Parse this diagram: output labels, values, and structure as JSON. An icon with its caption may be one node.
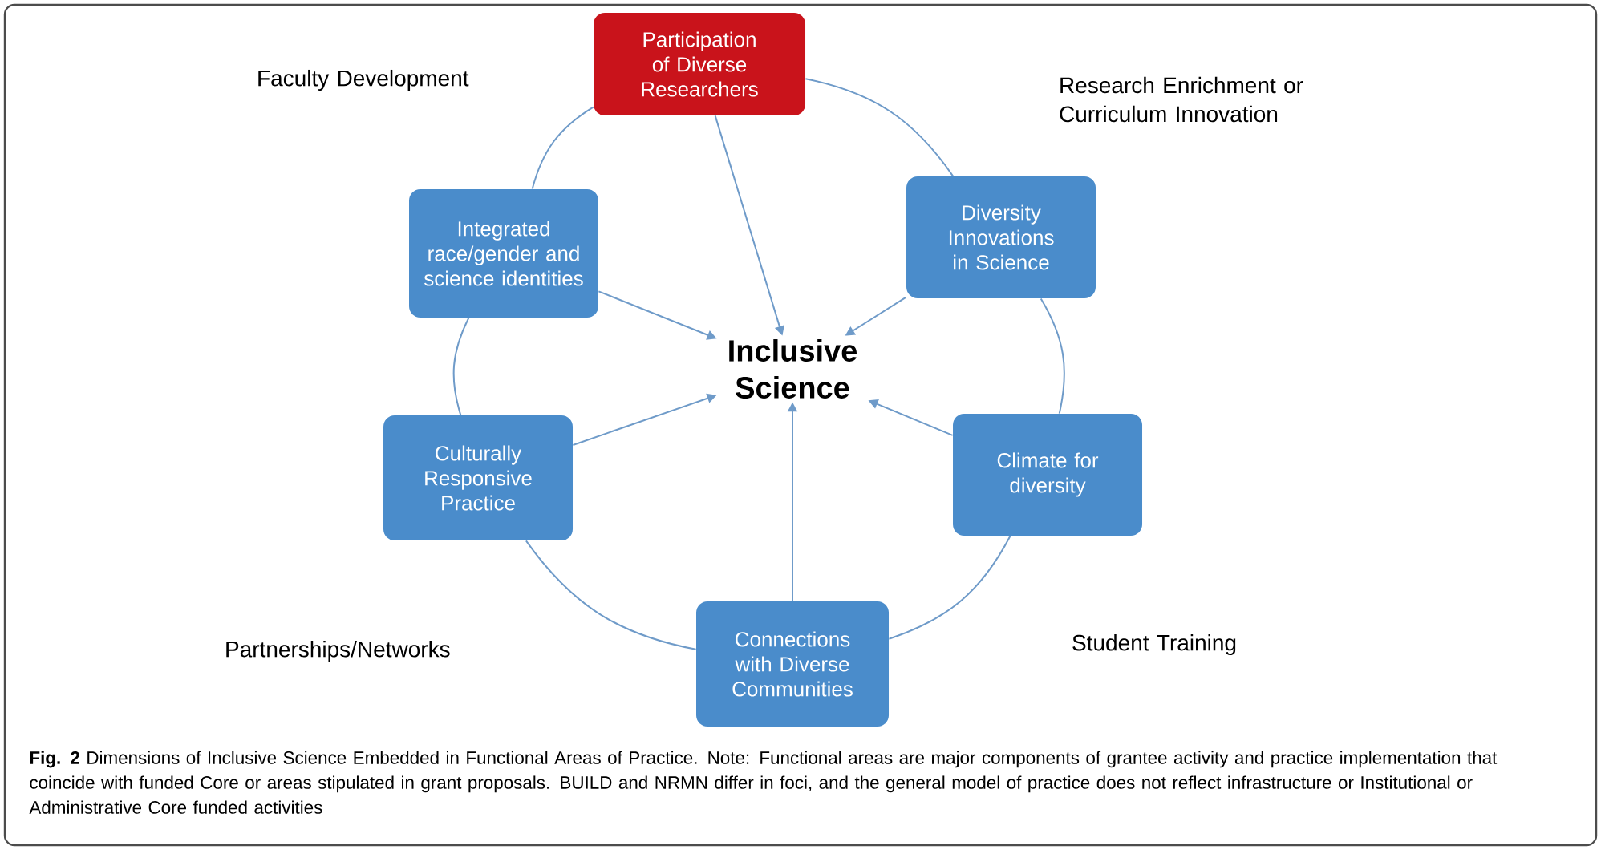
{
  "diagram": {
    "caption": "**Fig. 2** Dimensions of Inclusive Science Embedded in Functional Areas of Practice. Note: Functional areas are major components of grantee activity and practice implementation that coincide with funded Core or areas stipulated in grant proposals. BUILD and NRMN differ in foci, and the general model of practice does not reflect infrastructure or Institutional or Administrative Core funded activities",
    "nodes": [
      {
        "text": [
          "Participation of Diverse Researchers"
        ]
      },
      {
        "text": [
          "Integrated race/gender and science identities"
        ]
      },
      {
        "text": [
          "Diversity Innovations in Science"
        ]
      },
      {
        "text": [
          "Inclusive Science"
        ]
      },
      {
        "text": [
          "Culturally Responsive Practice"
        ]
      },
      {
        "text": [
          "Climate for diversity"
        ]
      },
      {
        "text": [
          "Connections with Diverse Communities"
        ]
      }
    ],
    "edges": [
      {
        "from": 0,
        "to": 3,
        "arrow": "to"
      },
      {
        "from": 1,
        "to": 3,
        "arrow": "to"
      },
      {
        "from": 2,
        "to": 3,
        "arrow": "to"
      },
      {
        "from": 4,
        "to": 3,
        "arrow": "to"
      },
      {
        "from": 5,
        "to": 3,
        "arrow": "to"
      },
      {
        "from": 6,
        "to": 3,
        "arrow": "to"
      },
      {
        "from": 0,
        "to": 2,
        "arrow": "none"
      },
      {
        "from": 2,
        "to": 5,
        "arrow": "none"
      },
      {
        "from": 5,
        "to": 6,
        "arrow": "none"
      },
      {
        "from": 6,
        "to": 4,
        "arrow": "none"
      },
      {
        "from": 4,
        "to": 1,
        "arrow": "none"
      },
      {
        "from": 1,
        "to": 0,
        "arrow": "none"
      }
    ],
    "labels": [
      "Faculty Development",
      "Research Enrichment or Curriculum Innovation",
      "Partnerships/Networks",
      "Student Training"
    ]
  }
}
